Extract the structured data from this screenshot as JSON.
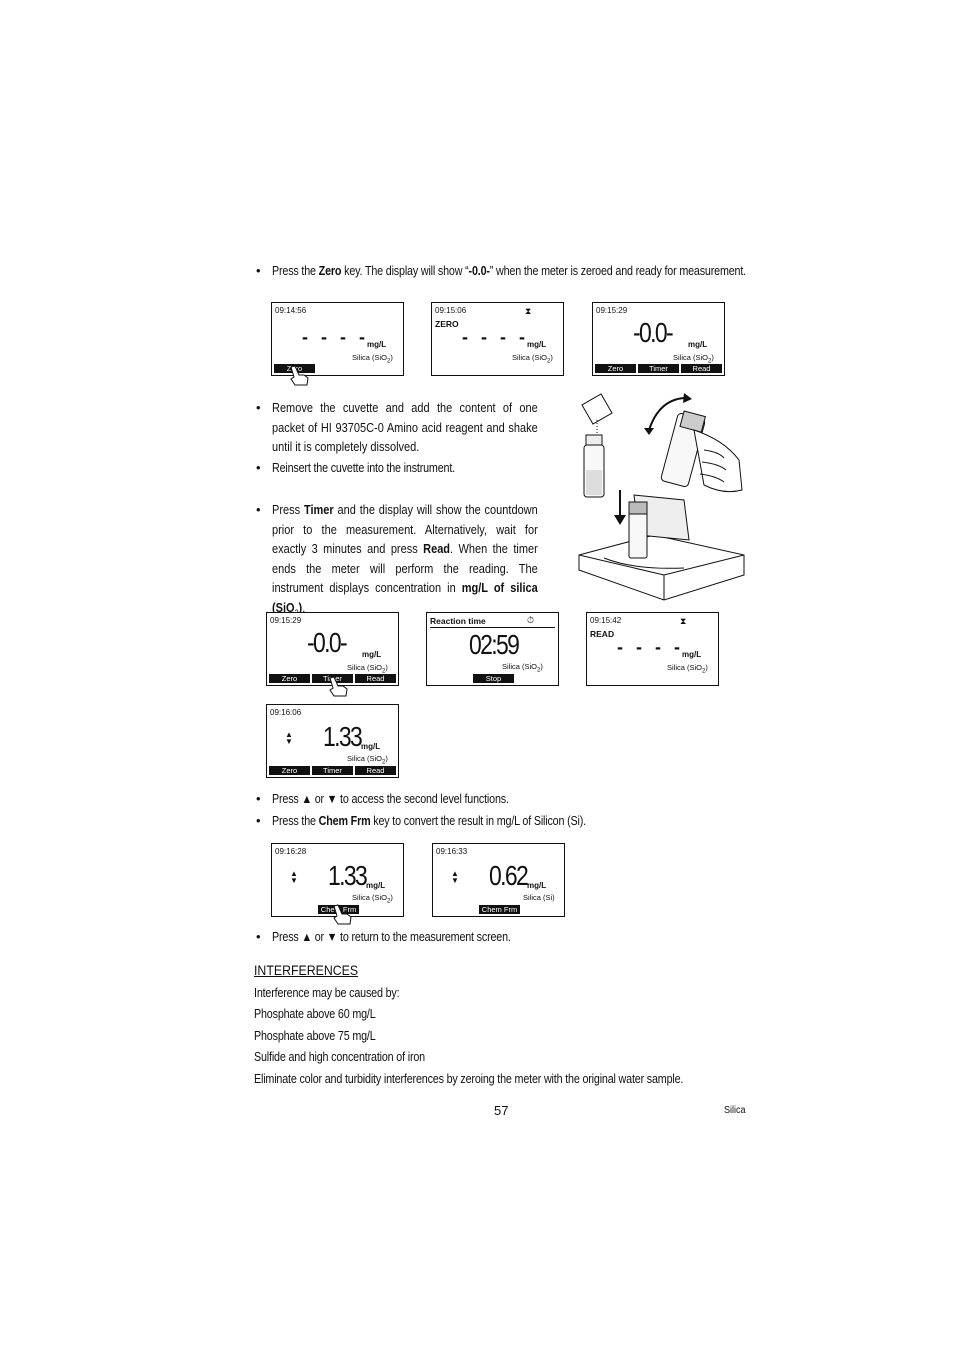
{
  "bullets": {
    "zero": {
      "pre": "Press the ",
      "key": "Zero",
      "mid": " key. The display will show “",
      "val": "-0.0-",
      "post": "” when the meter is zeroed and ready for measurement."
    },
    "remove": "Remove the cuvette and add the content of one packet of HI 93705C-0 Amino acid reagent and shake until it is completely dissolved.",
    "reinsert": "Reinsert the cuvette into the instrument.",
    "timer": {
      "p1": "Press ",
      "k1": "Timer",
      "p2": " and the display will show the countdown prior to the measurement. Alternatively, wait for exactly 3 minutes and press ",
      "k2": "Read",
      "p3": ". When the timer ends the meter will perform the reading. The instrument displays concentration in ",
      "k3": "mg/L of silica (SiO",
      "k3sub": "2",
      "k3end": ")",
      "p4": "."
    },
    "arrows": {
      "pre": "Press",
      "or": "or",
      "post": "to access the second level functions."
    },
    "chemfrm": {
      "pre": "Press the ",
      "key": "Chem Frm",
      "post": " key to convert the result in mg/L of Silicon (Si)."
    },
    "return": {
      "pre": "Press",
      "or": "or",
      "post": "to return to the measurement screen."
    }
  },
  "screens": {
    "s1": {
      "time": "09:14:56",
      "dashes": "- - - -",
      "unit": "mg/L",
      "sub": "Silica (SiO",
      "subscript": "2",
      "subend": ")",
      "key": "Zero"
    },
    "s2": {
      "time": "09:15:06",
      "label": "ZERO",
      "dashes": "- - - -",
      "unit": "mg/L",
      "sub": "Silica (SiO",
      "subscript": "2",
      "subend": ")"
    },
    "s3": {
      "time": "09:15:29",
      "big": "-0.0-",
      "unit": "mg/L",
      "sub": "Silica (SiO",
      "subscript": "2",
      "subend": ")",
      "keys": [
        "Zero",
        "Timer",
        "Read"
      ]
    },
    "s4": {
      "time": "09:15:29",
      "big": "-0.0-",
      "unit": "mg/L",
      "sub": "Silica (SiO",
      "subscript": "2",
      "subend": ")",
      "keys": [
        "Zero",
        "Timer",
        "Read"
      ]
    },
    "s5": {
      "title": "Reaction time",
      "big": "02:59",
      "sub": "Silica (SiO",
      "subscript": "2",
      "subend": ")",
      "key": "Stop"
    },
    "s6": {
      "time": "09:15:42",
      "label": "READ",
      "dashes": "- - - -",
      "unit": "mg/L",
      "sub": "Silica (SiO",
      "subscript": "2",
      "subend": ")"
    },
    "s7": {
      "time": "09:16:06",
      "big": "1.33",
      "unit": "mg/L",
      "sub": "Silica (SiO",
      "subscript": "2",
      "subend": ")",
      "keys": [
        "Zero",
        "Timer",
        "Read"
      ]
    },
    "s8": {
      "time": "09:16:28",
      "big": "1.33",
      "unit": "mg/L",
      "sub": "Silica (SiO",
      "subscript": "2",
      "subend": ")",
      "key": "Chem Frm"
    },
    "s9": {
      "time": "09:16:33",
      "big": "0.62",
      "unit": "mg/L",
      "sub": "Silica (Si)",
      "key": "Chem Frm"
    }
  },
  "interferences": {
    "heading": "INTERFERENCES",
    "lines": [
      "Interference may be caused by:",
      "Phosphate above 60 mg/L",
      "Phosphate above 75 mg/L",
      "Sulfide and high concentration of iron",
      "Eliminate color and turbidity interferences by zeroing the meter with the original water sample."
    ]
  },
  "footer": {
    "page": "57",
    "section": "Silica"
  }
}
